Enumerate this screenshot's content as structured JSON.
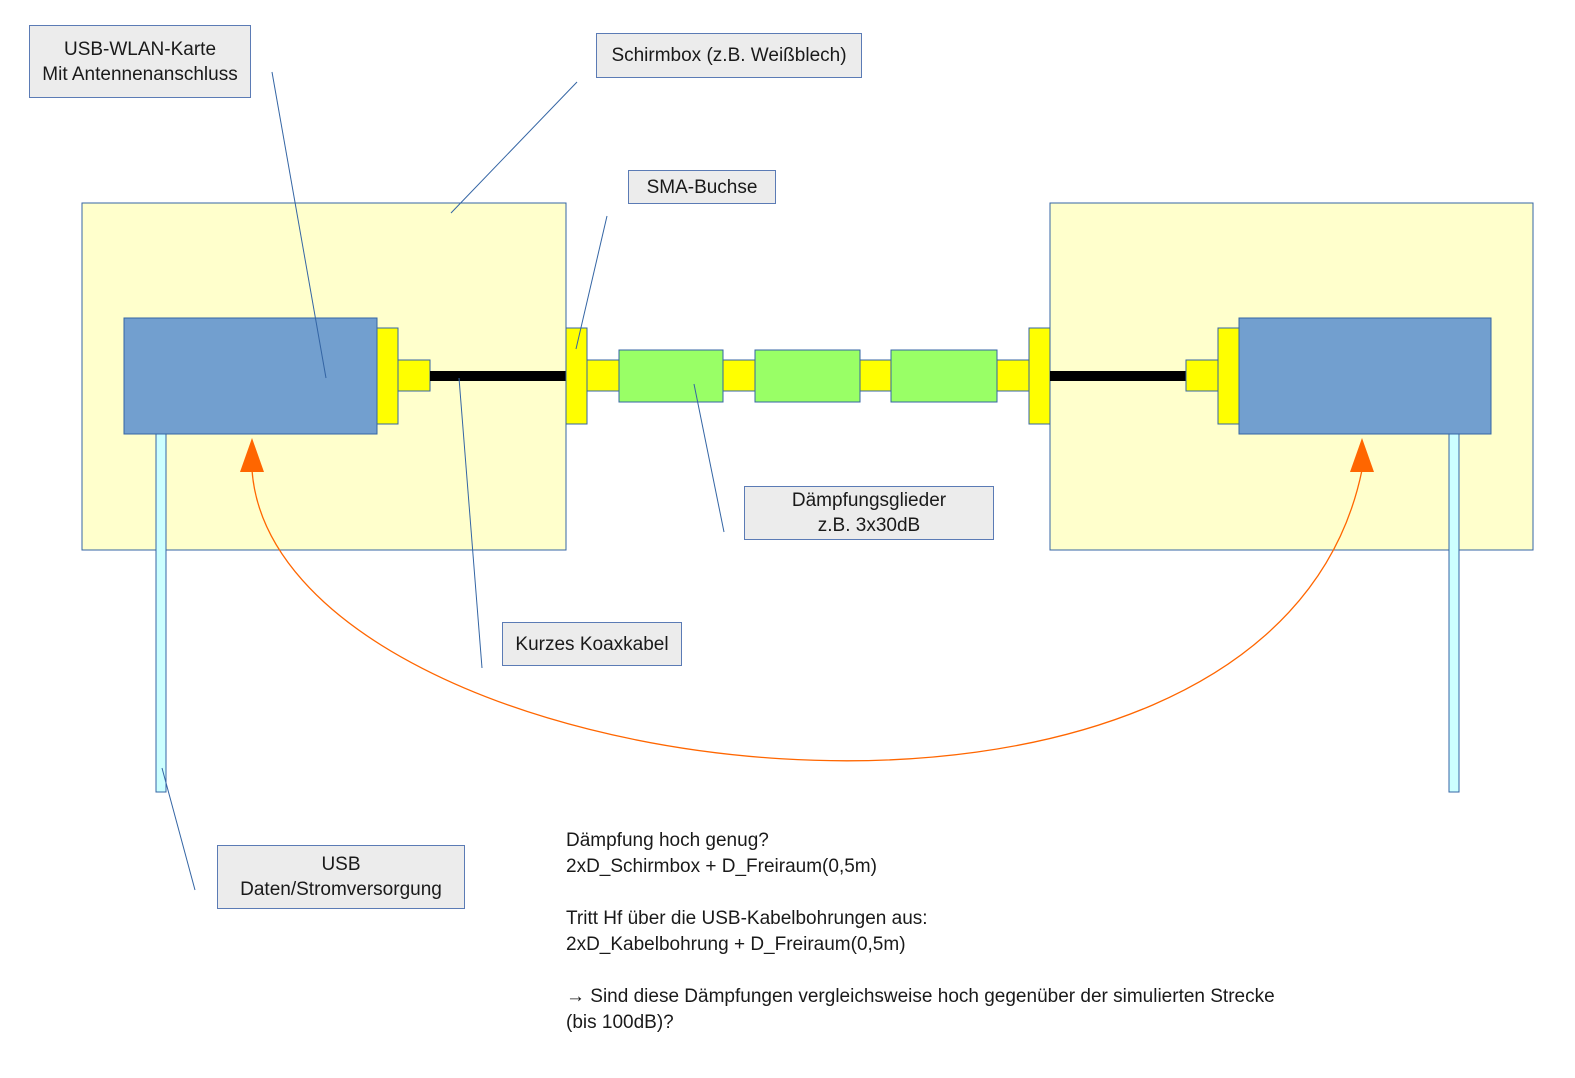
{
  "labels": {
    "usb_wlan_card": [
      "USB-WLAN-Karte",
      "Mit Antennenanschluss"
    ],
    "shield_box": "Schirmbox (z.B. Weißblech)",
    "sma_jack": "SMA-Buchse",
    "attenuators": [
      "Dämpfungsglieder",
      "z.B. 3x30dB"
    ],
    "short_coax": "Kurzes Koaxkabel",
    "usb": [
      "USB",
      "Daten/Stromversorgung"
    ]
  },
  "notes": {
    "line1": "Dämpfung hoch genug?",
    "line2": "2xD_Schirmbox + D_Freiraum(0,5m)",
    "line3": "",
    "line4": "Tritt Hf über die USB-Kabelbohrungen aus:",
    "line5": "2xD_Kabelbohrung + D_Freiraum(0,5m)",
    "line6": "",
    "line7": "→ Sind diese Dämpfungen vergleichsweise hoch gegenüber der simulierten Strecke",
    "line8": "(bis 100dB)?"
  },
  "colors": {
    "shield_box_fill": "#ffffcc",
    "wlan_card_fill": "#729fcf",
    "connector_fill": "#ffff00",
    "attenuator_fill": "#99ff66",
    "usb_cable_fill": "#ccffff",
    "leakage_arc": "#ff6600",
    "leader_line": "#3465a4",
    "label_fill": "#ececec"
  }
}
